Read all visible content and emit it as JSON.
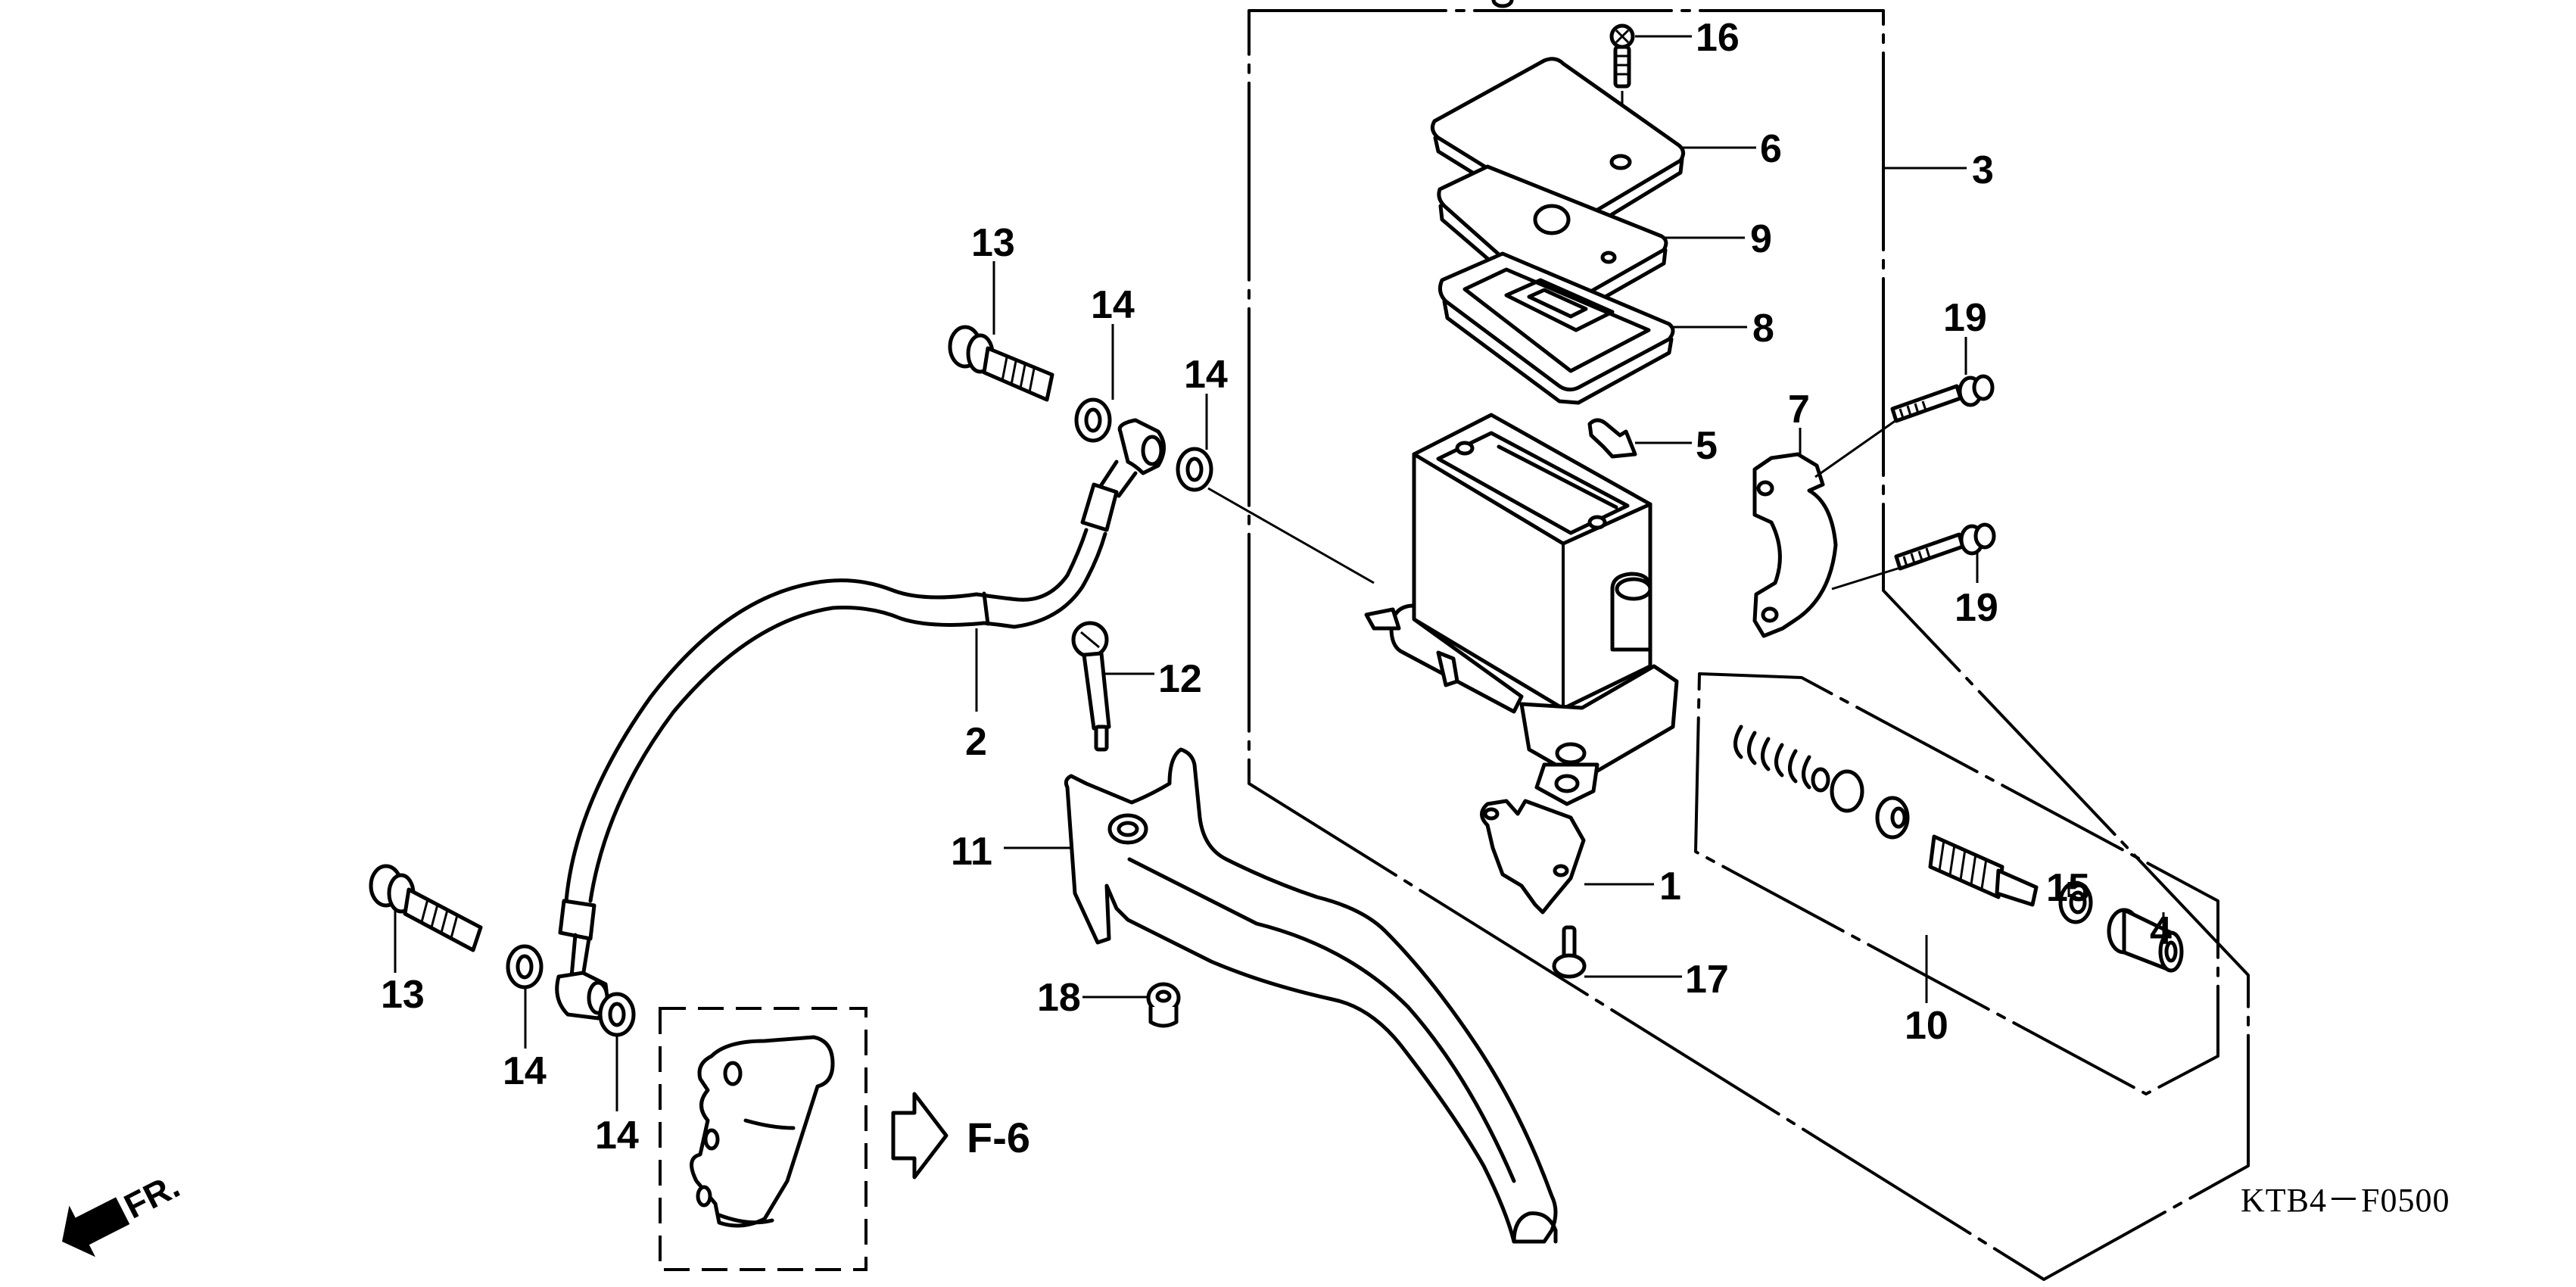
{
  "diagram": {
    "title_code": "KTB4－F0500",
    "front_indicator": "FR.",
    "cross_reference": {
      "label": "F-6",
      "description": "brake caliper reference"
    },
    "colors": {
      "line": "#000000",
      "background": "#ffffff"
    },
    "callouts": [
      {
        "id": "c16",
        "number": "16",
        "part": "screw"
      },
      {
        "id": "c6",
        "number": "6",
        "part": "reservoir-cap"
      },
      {
        "id": "c3",
        "number": "3",
        "part": "master-cylinder-assembly"
      },
      {
        "id": "c9",
        "number": "9",
        "part": "diaphragm-plate"
      },
      {
        "id": "c8",
        "number": "8",
        "part": "diaphragm"
      },
      {
        "id": "c13a",
        "number": "13",
        "part": "oil-bolt"
      },
      {
        "id": "c14a",
        "number": "14",
        "part": "sealing-washer"
      },
      {
        "id": "c14b",
        "number": "14",
        "part": "sealing-washer"
      },
      {
        "id": "c19a",
        "number": "19",
        "part": "flange-bolt"
      },
      {
        "id": "c7",
        "number": "7",
        "part": "master-cylinder-holder"
      },
      {
        "id": "c5",
        "number": "5",
        "part": "clip"
      },
      {
        "id": "c19b",
        "number": "19",
        "part": "flange-bolt"
      },
      {
        "id": "c12",
        "number": "12",
        "part": "lever-pivot-bolt"
      },
      {
        "id": "c2",
        "number": "2",
        "part": "brake-hose"
      },
      {
        "id": "c11",
        "number": "11",
        "part": "brake-lever"
      },
      {
        "id": "c1",
        "number": "1",
        "part": "stop-switch"
      },
      {
        "id": "c15",
        "number": "15",
        "part": "circlip"
      },
      {
        "id": "c4",
        "number": "4",
        "part": "boot"
      },
      {
        "id": "c13b",
        "number": "13",
        "part": "oil-bolt"
      },
      {
        "id": "c18",
        "number": "18",
        "part": "nut"
      },
      {
        "id": "c17",
        "number": "17",
        "part": "screw"
      },
      {
        "id": "c10",
        "number": "10",
        "part": "piston-set"
      },
      {
        "id": "c14c",
        "number": "14",
        "part": "sealing-washer"
      },
      {
        "id": "c14d",
        "number": "14",
        "part": "sealing-washer"
      }
    ]
  }
}
